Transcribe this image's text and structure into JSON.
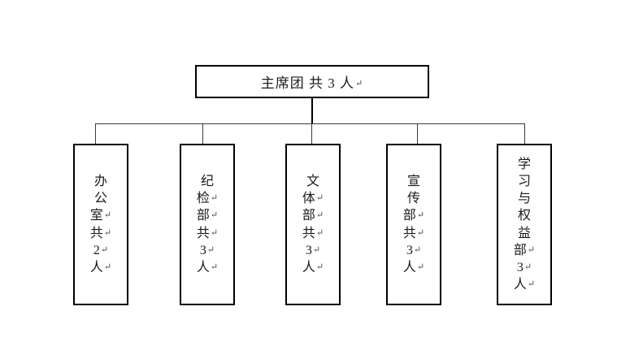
{
  "diagram": {
    "type": "org-chart",
    "orientation": "top-down",
    "background_color": "#ffffff",
    "line_color": "#000000",
    "root": {
      "label": "主席团 共 3 人",
      "return_mark": "↵"
    },
    "children": [
      {
        "name": "office",
        "lines": [
          "办",
          "公",
          "室",
          "共",
          "2",
          "人"
        ],
        "line_returns": [
          "",
          "",
          "↵",
          "↵",
          "↵",
          "↵"
        ],
        "full_text": "办公室 共 2 人"
      },
      {
        "name": "discipline-inspection",
        "lines": [
          "纪",
          "检",
          "部",
          "共",
          "3",
          "人"
        ],
        "line_returns": [
          "",
          "↵",
          "↵",
          "↵",
          "↵",
          "↵"
        ],
        "full_text": "纪检部 共 3 人"
      },
      {
        "name": "culture-sports",
        "lines": [
          "文",
          "体",
          "部",
          "共",
          "3",
          "人"
        ],
        "line_returns": [
          "",
          "↵",
          "↵",
          "↵",
          "↵",
          "↵"
        ],
        "full_text": "文体部 共 3 人"
      },
      {
        "name": "publicity",
        "lines": [
          "宣",
          "传",
          "部",
          "共",
          "3",
          "人"
        ],
        "line_returns": [
          "",
          "",
          "↵",
          "↵",
          "↵",
          "↵"
        ],
        "full_text": "宣传部 共 3 人"
      },
      {
        "name": "study-and-rights",
        "lines": [
          "学",
          "习",
          "与",
          "权",
          "益",
          "部",
          "3",
          "人"
        ],
        "line_returns": [
          "",
          "",
          "",
          "",
          "",
          "↵",
          "↵",
          "↵"
        ],
        "full_text": "学习与权益部 3 人"
      }
    ]
  }
}
